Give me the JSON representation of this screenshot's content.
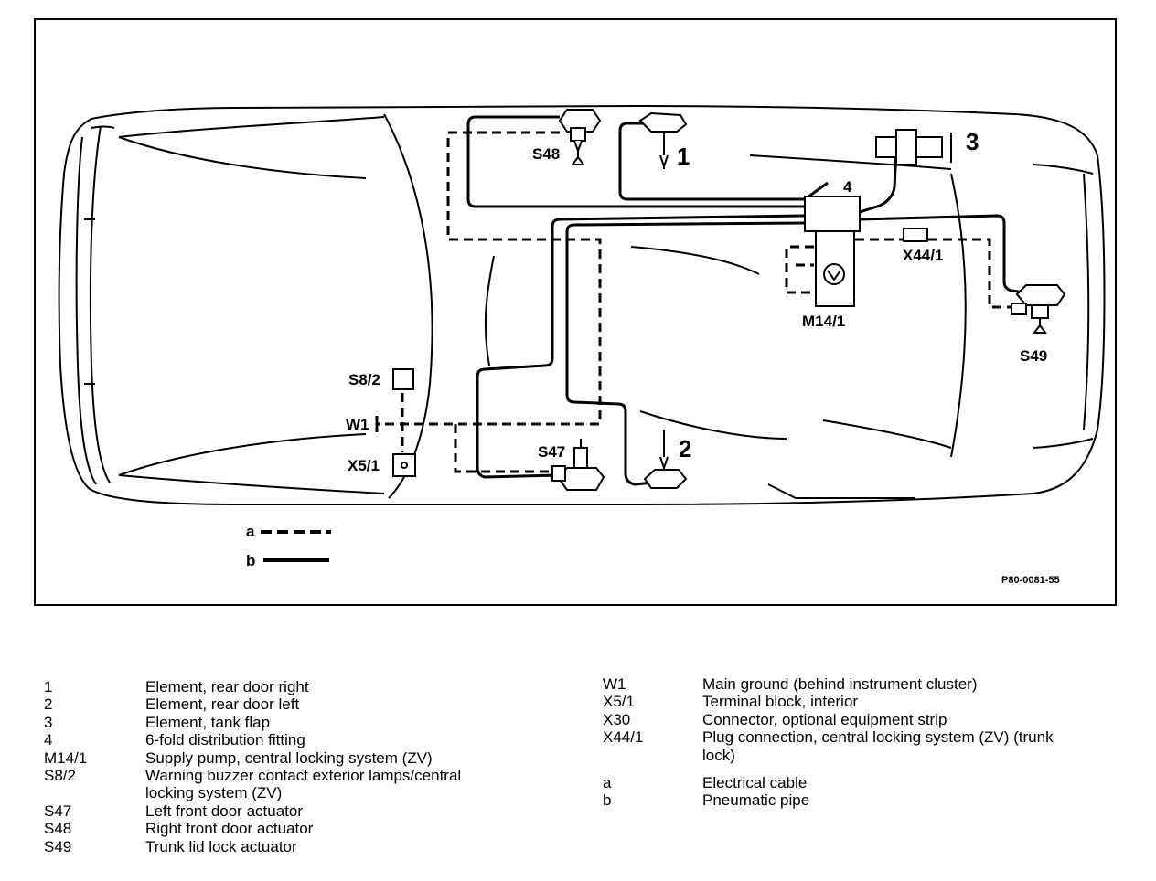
{
  "diagram": {
    "component_labels": {
      "s48": "S48",
      "one": "1",
      "three": "3",
      "four": "4",
      "x44_1": "X44/1",
      "m14_1": "M14/1",
      "s49": "S49",
      "s8_2": "S8/2",
      "w1": "W1",
      "x5_1": "X5/1",
      "s47": "S47",
      "two": "2"
    },
    "key_a": "a",
    "key_b": "b",
    "figure_code": "P80-0081-55"
  },
  "legend_left": [
    {
      "code": "1",
      "desc": "Element, rear door right"
    },
    {
      "code": "2",
      "desc": "Element, rear door left"
    },
    {
      "code": "3",
      "desc": "Element, tank flap"
    },
    {
      "code": "4",
      "desc": "6-fold distribution fitting"
    },
    {
      "code": "M14/1",
      "desc": "Supply pump, central locking system (ZV)"
    },
    {
      "code": "S8/2",
      "desc": "Warning buzzer contact exterior lamps/central",
      "desc2": "locking system (ZV)"
    },
    {
      "code": "S47",
      "desc": "Left front door actuator"
    },
    {
      "code": "S48",
      "desc": "Right front door actuator"
    },
    {
      "code": "S49",
      "desc": "Trunk lid lock actuator"
    }
  ],
  "legend_right": [
    {
      "code": "W1",
      "desc": "Main ground (behind instrument cluster)"
    },
    {
      "code": "X5/1",
      "desc": "Terminal block, interior"
    },
    {
      "code": "X30",
      "desc": "Connector, optional equipment strip"
    },
    {
      "code": "X44/1",
      "desc": "Plug connection, central locking system (ZV) (trunk",
      "desc2": "lock)"
    },
    {
      "code": "a",
      "desc": "Electrical cable"
    },
    {
      "code": "b",
      "desc": "Pneumatic pipe"
    }
  ]
}
